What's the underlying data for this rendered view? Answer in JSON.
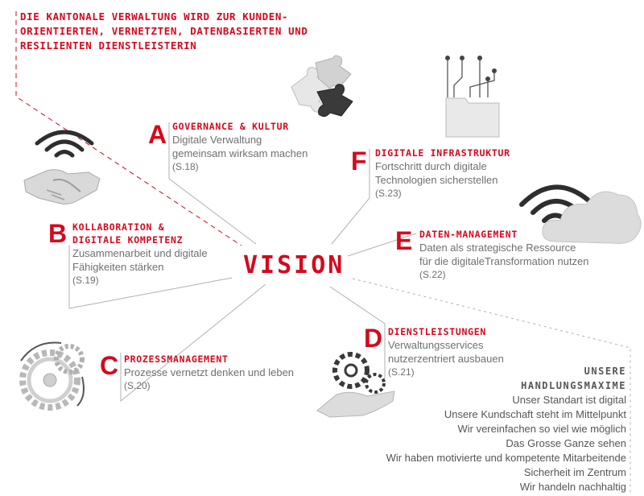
{
  "headline": [
    "DIE KANTONALE VERWALTUNG WIRD ZUR KUNDEN-",
    "ORIENTIERTEN, VERNETZTEN, DATENBASIERTEN UND",
    "RESILIENTEN DIENSTLEISTERIN"
  ],
  "center": "VISION",
  "sections": {
    "a": {
      "letter": "A",
      "title": "GOVERNANCE & KULTUR",
      "lines": [
        "Digitale Verwaltung",
        "gemeinsam wirksam machen"
      ],
      "page": "(S.18)"
    },
    "b": {
      "letter": "B",
      "title": [
        "KOLLABORATION &",
        "DIGITALE KOMPETENZ"
      ],
      "lines": [
        "Zusammenarbeit und digitale",
        "Fähigkeiten stärken"
      ],
      "page": "(S.19)"
    },
    "c": {
      "letter": "C",
      "title": "PROZESSMANAGEMENT",
      "lines": [
        "Prozesse vernetzt denken und leben"
      ],
      "page": "(S.20)"
    },
    "d": {
      "letter": "D",
      "title": "DIENSTLEISTUNGEN",
      "lines": [
        "Verwaltungsservices",
        "nutzerzentriert ausbauen"
      ],
      "page": "(S.21)"
    },
    "e": {
      "letter": "E",
      "title": "DATEN-MANAGEMENT",
      "lines": [
        "Daten als strategische Ressource",
        "für die digitaleTransformation nutzen"
      ],
      "page": "(S.22)"
    },
    "f": {
      "letter": "F",
      "title": "DIGITALE INFRASTRUKTUR",
      "lines": [
        "Fortschritt durch digitale",
        "Technologien sicherstellen"
      ],
      "page": "(S.23)"
    }
  },
  "maxims": {
    "title": [
      "UNSERE",
      "HANDLUNGSMAXIME"
    ],
    "items": [
      "Unser Standart ist digital",
      "Unsere Kundschaft steht im Mittelpunkt",
      "Wir vereinfachen so viel wie möglich",
      "Das Grosse Ganze sehen",
      "Wir haben motivierte und kompetente Mitarbeitende",
      "Sicherheit im Zentrum",
      "Wir handeln nachhaltig"
    ]
  },
  "icons": [
    "puzzle-icon",
    "handshake-icon",
    "wifi-icon",
    "circuit-folder-icon",
    "cloud-icon",
    "gears-icon",
    "hand-gear-icon"
  ],
  "colors": {
    "accent": "#d6081d",
    "text": "#6f6f6f",
    "line": "#b0b0b0"
  }
}
